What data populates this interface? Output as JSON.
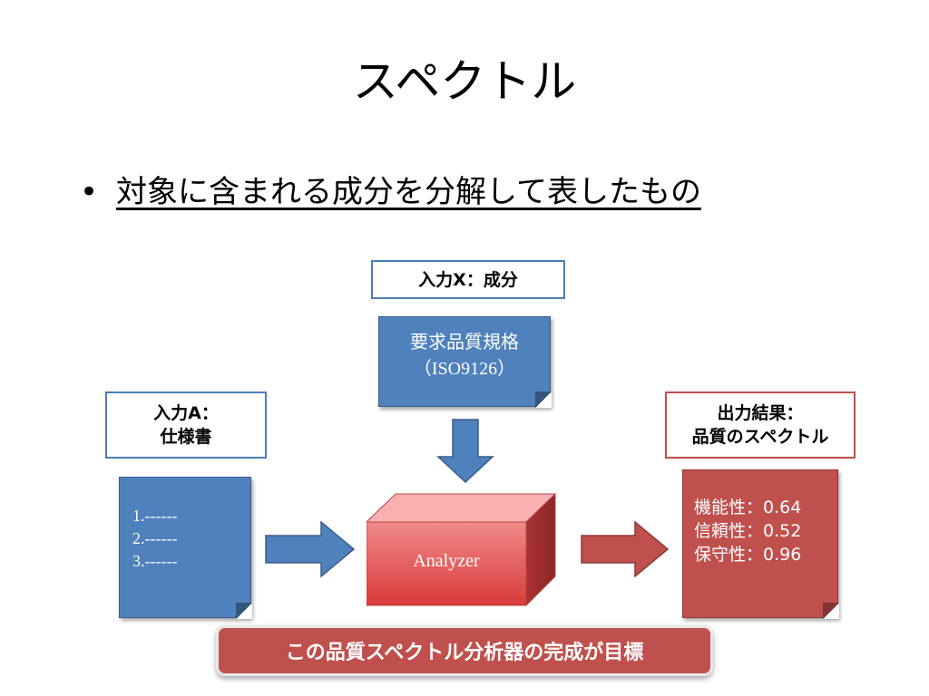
{
  "slide": {
    "title": "スペクトル",
    "bullet": "対象に含まれる成分を分解して表したもの",
    "bullet_marker": "•"
  },
  "labels": {
    "input_x": "入力X：成分",
    "input_a_line1": "入力A：",
    "input_a_line2": "仕様書",
    "output_line1": "出力結果：",
    "output_line2": "品質のスペクトル"
  },
  "notes": {
    "requirements_line1": "要求品質規格",
    "requirements_line2": "（ISO9126）",
    "spec_items": [
      "1.------",
      "2.------",
      "3.------"
    ],
    "result_items": [
      "機能性：0.64",
      "信頼性：0.52",
      "保守性：0.96"
    ]
  },
  "analyzer": {
    "label": "Analyzer"
  },
  "goal": {
    "text": "この品質スペクトル分析器の完成が目標"
  },
  "colors": {
    "blue": "#4f81bd",
    "blue_border": "#385d8a",
    "red": "#c0504d",
    "red_border": "#8c3836",
    "cube_front": "#e8696a",
    "cube_top": "#f8b0b0"
  }
}
